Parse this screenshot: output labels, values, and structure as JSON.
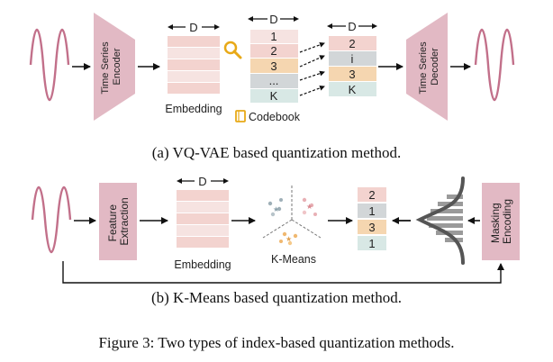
{
  "panel_a": {
    "encoder_label_line1": "Time Series",
    "encoder_label_line2": "Encoder",
    "decoder_label_line1": "Time Series",
    "decoder_label_line2": "Decoder",
    "dim_label": "D",
    "embedding_label": "Embedding",
    "codebook_label": "Codebook",
    "codebook_cells": [
      "1",
      "2",
      "3",
      "...",
      "K"
    ],
    "quantized_cells": [
      "2",
      "i",
      "3",
      "K"
    ],
    "caption": "(a) VQ-VAE based quantization method.",
    "colors": {
      "encoder": "#e2b9c4",
      "row_light": "#f6e3e1",
      "row_pink": "#f3d3cf",
      "orange": "#f5d6b0",
      "gray": "#d2d6d8",
      "mint": "#d8e8e5",
      "wave": "#c2708a",
      "magnifier": "#e8a917"
    }
  },
  "panel_b": {
    "feature_label_line1": "Feature",
    "feature_label_line2": "Extraction",
    "dim_label": "D",
    "embedding_label": "Embedding",
    "kmeans_label": "K-Means",
    "index_cells": [
      "2",
      "1",
      "3",
      "1"
    ],
    "masking_label_line1": "Masking",
    "masking_label_line2": "Encoding",
    "caption": "(b) K-Means based quantization method."
  },
  "figure_caption": "Figure 3: Two types of index-based quantization methods."
}
